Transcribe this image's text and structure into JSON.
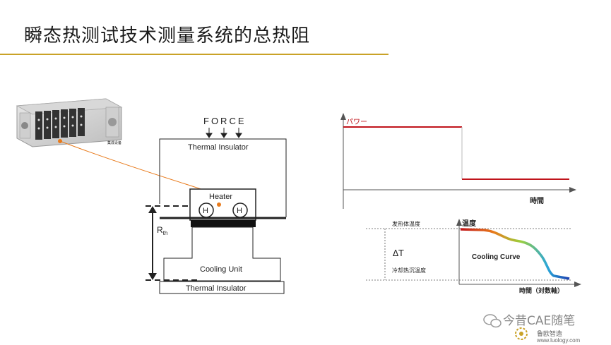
{
  "header": {
    "title": "瞬态热测试技术测量系统的总热阻"
  },
  "device": {
    "label": "集成设备"
  },
  "schematic": {
    "force": "FORCE",
    "thermal_insulator_top": "Thermal Insulator",
    "heater": "Heater",
    "heater_glyph": "H",
    "rth_main": "R",
    "rth_sub": "th",
    "cooling_unit": "Cooling Unit",
    "thermal_insulator_bottom": "Thermal Insulator"
  },
  "power_chart": {
    "series_label": "パワー",
    "xlabel": "時間",
    "line_color": "#c0141b"
  },
  "cooling_chart": {
    "ylabel": "温度",
    "xlabel": "時間（対数軸）",
    "upper_level": "发热体温度",
    "lower_level": "冷却热沉温度",
    "delta_label": "ΔT",
    "curve_label": "Cooling Curve"
  },
  "watermark": {
    "text": "今昔CAE随笔",
    "sub1": "鲁欧智造",
    "sub2": "www.luology.com"
  }
}
